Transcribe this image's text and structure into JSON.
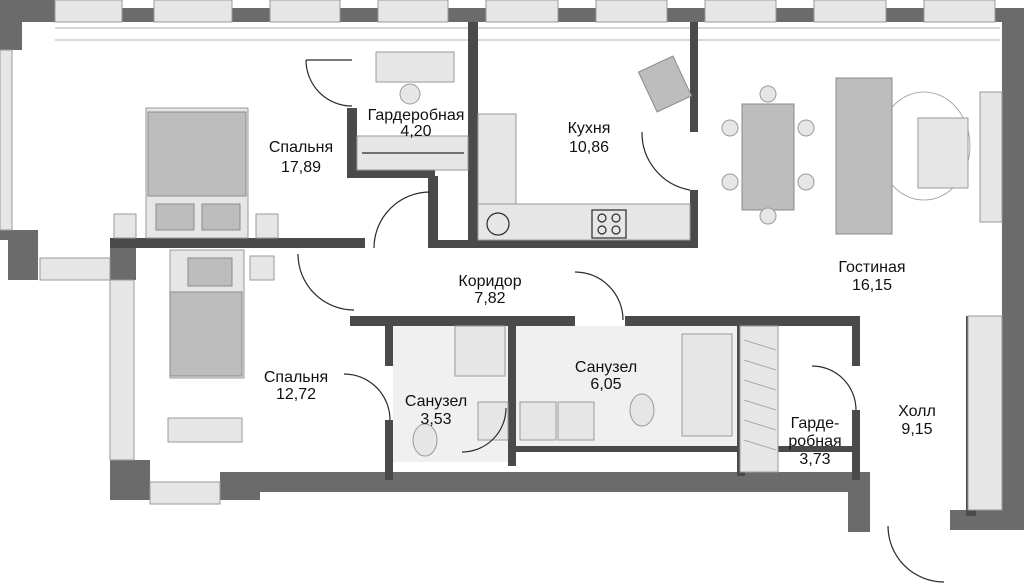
{
  "rooms": [
    {
      "name": "Спальня",
      "area": "17,89"
    },
    {
      "name": "Гардеробная",
      "area": "4,20"
    },
    {
      "name": "Кухня",
      "area": "10,86"
    },
    {
      "name": "Гостиная",
      "area": "16,15"
    },
    {
      "name": "Коридор",
      "area": "7,82"
    },
    {
      "name": "Спальня",
      "area": "12,72"
    },
    {
      "name": "Санузел",
      "area": "3,53"
    },
    {
      "name": "Санузел",
      "area": "6,05"
    },
    {
      "name": "Холл",
      "area": "9,15"
    },
    {
      "name": "Гарде-",
      "name2": "робная",
      "area": "3,73"
    }
  ],
  "colors": {
    "wall": "#6b6b6b",
    "wall_dark": "#4a4a4a",
    "furniture": "#bdbdbd",
    "tile": "#f0f0f0",
    "background": "#ffffff"
  }
}
